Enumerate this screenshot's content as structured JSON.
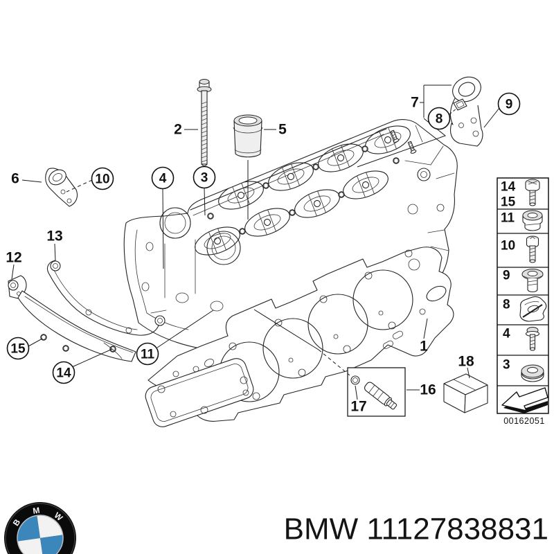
{
  "page": {
    "background": "#ffffff"
  },
  "diagram": {
    "number": "00162051",
    "plain_callouts": [
      {
        "id": "1",
        "label": "1",
        "part": "cylinder-head-gasket"
      },
      {
        "id": "2",
        "label": "2",
        "part": "cylinder-head-stud-bolt"
      },
      {
        "id": "5",
        "label": "5",
        "part": "sleeve"
      },
      {
        "id": "6",
        "label": "6",
        "part": "lifting-bracket-front"
      },
      {
        "id": "7",
        "label": "7",
        "part": "lifting-hook-assembly"
      },
      {
        "id": "12",
        "label": "12",
        "part": "gasket-bracket-left"
      },
      {
        "id": "13",
        "label": "13",
        "part": "timing-case-gasket-strip"
      },
      {
        "id": "16",
        "label": "16",
        "part": "sensor-with-seal"
      },
      {
        "id": "17",
        "label": "17",
        "part": "o-ring"
      },
      {
        "id": "18",
        "label": "18",
        "part": "seal-kit-box"
      }
    ],
    "circled_callouts": [
      {
        "id": "3",
        "label": "3",
        "part": "washer"
      },
      {
        "id": "4",
        "label": "4",
        "part": "cylinder-head"
      },
      {
        "id": "8",
        "label": "8",
        "part": "cable-clip"
      },
      {
        "id": "9",
        "label": "9",
        "part": "countersunk-screw"
      },
      {
        "id": "10",
        "label": "10",
        "part": "torx-bolt"
      },
      {
        "id": "11",
        "label": "11",
        "part": "lower-gasket"
      },
      {
        "id": "14",
        "label": "14",
        "part": "rail-bolt"
      },
      {
        "id": "15",
        "label": "15",
        "part": "rail-bolt-2"
      }
    ],
    "legend": {
      "rows": [
        {
          "labels": [
            "14",
            "15"
          ],
          "icon": "hex-bolt-icon"
        },
        {
          "labels": [
            "11"
          ],
          "icon": "screw-plug-icon"
        },
        {
          "labels": [
            "10"
          ],
          "icon": "socket-bolt-icon"
        },
        {
          "labels": [
            "9"
          ],
          "icon": "countersunk-screw-icon"
        },
        {
          "labels": [
            "8"
          ],
          "icon": "cable-clip-icon"
        },
        {
          "labels": [
            "4"
          ],
          "icon": "pan-head-bolt-icon"
        },
        {
          "labels": [
            "3"
          ],
          "icon": "washer-icon"
        },
        {
          "labels": [],
          "icon": "direction-arrow-icon"
        }
      ]
    }
  },
  "footer": {
    "part_label": "BMW 11127838831",
    "logo_letters": [
      "B",
      "M",
      "W"
    ],
    "colors": {
      "roundel_blue": "#3b87bc",
      "roundel_black": "#0a0a0a",
      "roundel_white": "#f2f2f2"
    }
  }
}
